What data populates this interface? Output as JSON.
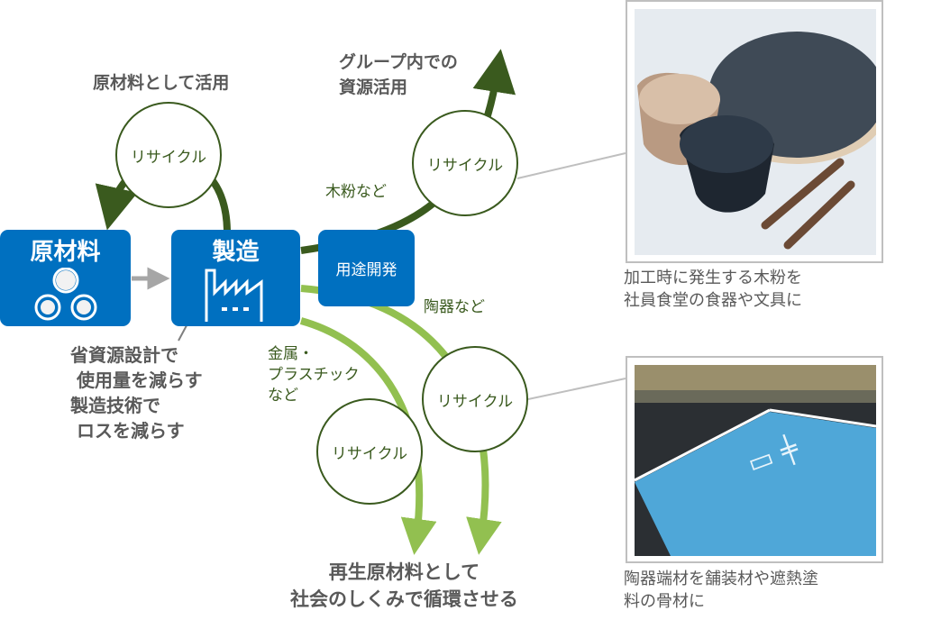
{
  "colors": {
    "blue": "#0070c0",
    "dark_green": "#3a5a1e",
    "light_green": "#92c050",
    "gray_text": "#595959"
  },
  "nodes": {
    "raw_material": "原材料",
    "manufacturing": "製造",
    "application_dev": "用途開発"
  },
  "recycle_label": "リサイクル",
  "labels": {
    "reuse_as_raw": "原材料として活用",
    "group_reuse": "グループ内での\n資源活用",
    "wood_powder": "木粉など",
    "ceramics": "陶器など",
    "metal_plastic": "金属・\nプラスチック\nなど",
    "design_note": "省資源設計で\n 使用量を減らす\n製造技術で\n ロスを減らす",
    "society_cycle": "再生原材料として\n社会のしくみで循環させる"
  },
  "photos": [
    {
      "caption": "加工時に発生する木粉を\n社員食堂の食器や文具に"
    },
    {
      "caption": "陶器端材を舗装材や遮熱塗\n料の骨材に"
    }
  ]
}
